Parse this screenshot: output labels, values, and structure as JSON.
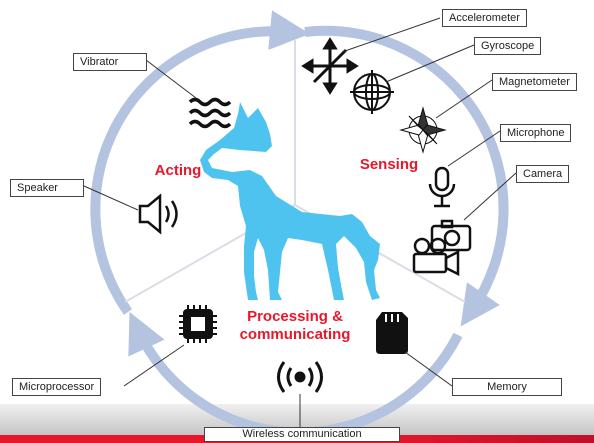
{
  "sections": {
    "acting": "Acting",
    "sensing": "Sensing",
    "processing_line1": "Processing &",
    "processing_line2": "communicating"
  },
  "labels": {
    "accelerometer": "Accelerometer",
    "gyroscope": "Gyroscope",
    "magnetometer": "Magnetometer",
    "microphone": "Microphone",
    "camera": "Camera",
    "vibrator": "Vibrator",
    "speaker": "Speaker",
    "microprocessor": "Microprocessor",
    "memory": "Memory",
    "wireless": "Wireless communication"
  },
  "colors": {
    "ring": "#b4c3e0",
    "dog": "#4fc3ef",
    "title_red": "#e8182b",
    "icon": "#111111"
  },
  "icons": [
    "accelerometer-icon",
    "gyroscope-icon",
    "compass-icon",
    "microphone-icon",
    "camera-icon",
    "vibration-icon",
    "speaker-icon",
    "microchip-icon",
    "sd-card-icon",
    "wireless-signal-icon"
  ]
}
